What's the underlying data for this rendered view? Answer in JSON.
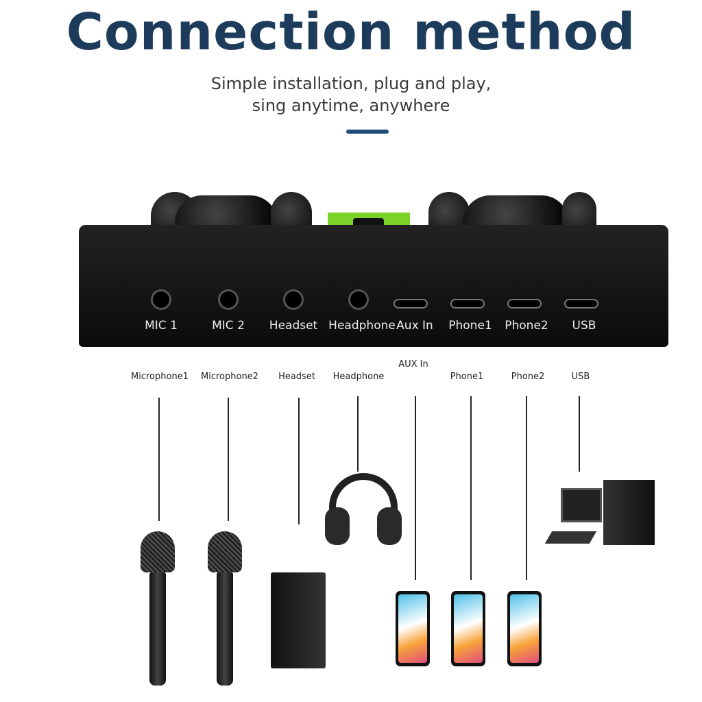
{
  "header": {
    "title": "Connection method",
    "subtitle_line1": "Simple installation, plug and play,",
    "subtitle_line2": "sing anytime, anywhere",
    "accent": "#1f4e79"
  },
  "device_ports": [
    "MIC 1",
    "MIC 2",
    "Headset",
    "Headphone",
    "Aux In",
    "Phone1",
    "Phone2",
    "USB"
  ],
  "connections": [
    "Microphone1",
    "Microphone2",
    "Headset",
    "Headphone",
    "AUX In",
    "Phone1",
    "Phone2",
    "USB"
  ]
}
